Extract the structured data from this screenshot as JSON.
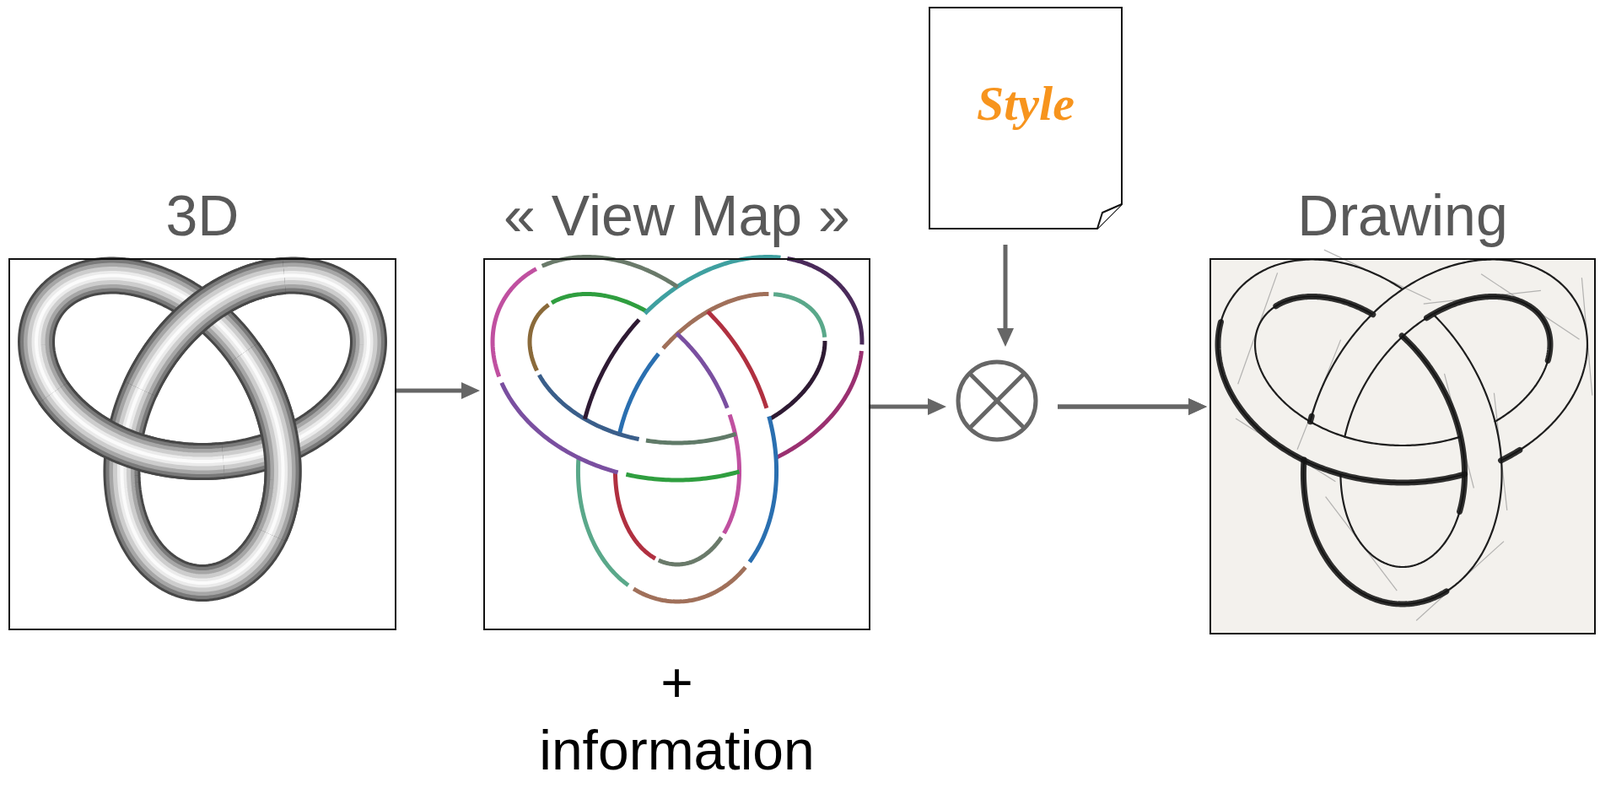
{
  "diagram": {
    "nodes": [
      {
        "text": [
          "3D"
        ]
      },
      {
        "text": [
          "« View Map »",
          "+ information"
        ]
      },
      {
        "text": [
          "Style"
        ]
      },
      {
        "text": [
          "Drawing"
        ]
      }
    ],
    "edges": [
      {
        "from": 0,
        "to": 1,
        "arrow": "to"
      },
      {
        "from": 1,
        "to": 3,
        "arrow": "to"
      },
      {
        "from": 2,
        "to": 3,
        "arrow": "to"
      }
    ]
  }
}
